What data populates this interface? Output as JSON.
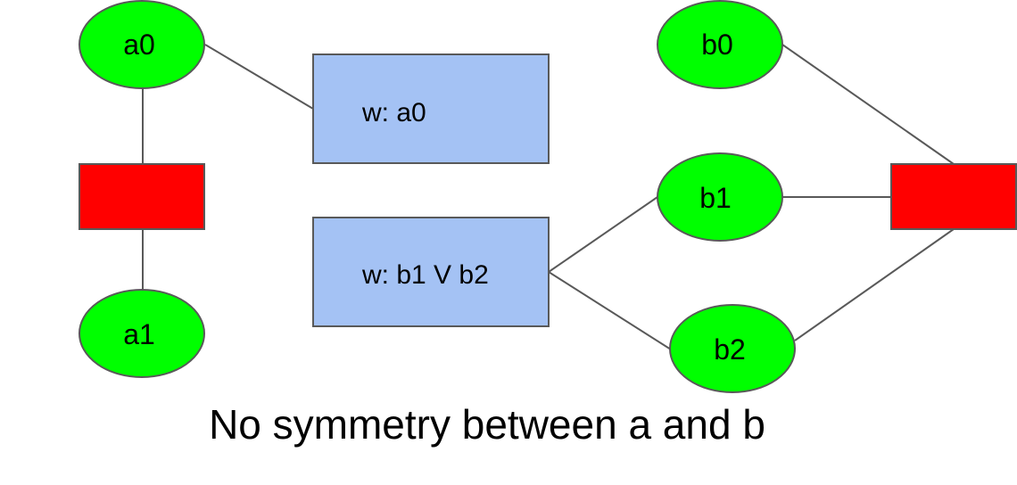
{
  "colors": {
    "variable_fill": "#00ff00",
    "factor_fill": "#ff0000",
    "weight_box_fill": "#a4c2f4",
    "outline": "#595959",
    "edge": "#595959"
  },
  "nodes": {
    "a0": "a0",
    "a1": "a1",
    "b0": "b0",
    "b1": "b1",
    "b2": "b2"
  },
  "weights": {
    "a": "w: a0",
    "b": "w: b1 V b2"
  },
  "caption": "No symmetry between a and b"
}
